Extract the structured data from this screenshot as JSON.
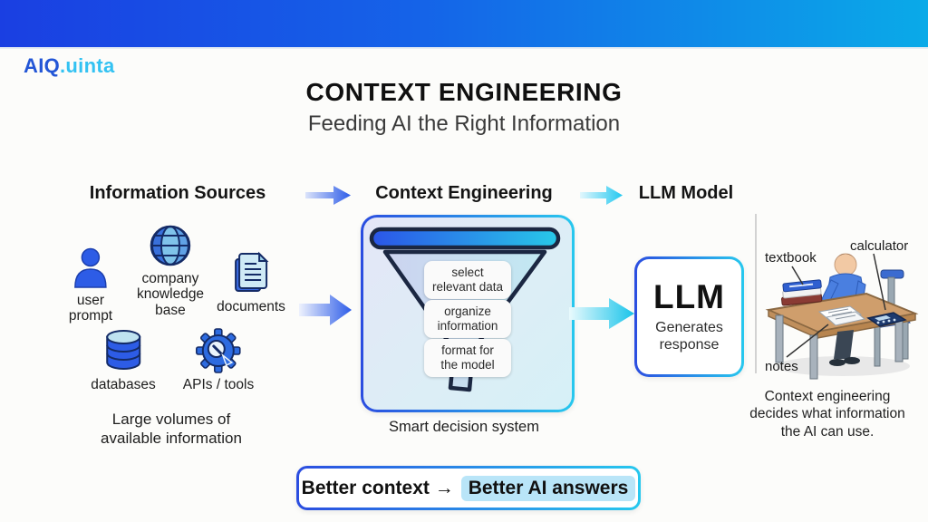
{
  "brand": {
    "part1": "AIQ",
    "part2": ".uinta"
  },
  "header": {
    "title": "CONTEXT ENGINEERING",
    "subtitle": "Feeding AI the Right Information"
  },
  "columns": {
    "sources_heading": "Information Sources",
    "engineering_heading": "Context Engineering",
    "llm_heading": "LLM Model"
  },
  "sources": {
    "items": [
      {
        "icon": "user-icon",
        "label": "user\nprompt"
      },
      {
        "icon": "globe-icon",
        "label": "company\nknowledge\nbase"
      },
      {
        "icon": "documents-icon",
        "label": "documents"
      },
      {
        "icon": "database-icon",
        "label": "databases"
      },
      {
        "icon": "gear-tools-icon",
        "label": "APIs / tools"
      }
    ],
    "caption": "Large volumes of\navailable information"
  },
  "funnel": {
    "steps": [
      "select\nrelevant data",
      "organize\ninformation",
      "format for\nthe model"
    ],
    "caption": "Smart decision system"
  },
  "llm": {
    "title": "LLM",
    "subtitle": "Generates\nresponse"
  },
  "illustration": {
    "label_textbook": "textbook",
    "label_calculator": "calculator",
    "label_notes": "notes",
    "caption": "Context engineering\ndecides what information\nthe AI can use."
  },
  "footer": {
    "plain": "Better context →",
    "highlight": "Better AI answers"
  },
  "colors": {
    "topbar_left": "#1a3fe2",
    "topbar_right": "#0aaae8",
    "accent_blue": "#2d5ce8",
    "accent_cyan": "#22c8f0",
    "highlight_bg": "#b9e5f8",
    "outline_navy": "#1b2742"
  }
}
